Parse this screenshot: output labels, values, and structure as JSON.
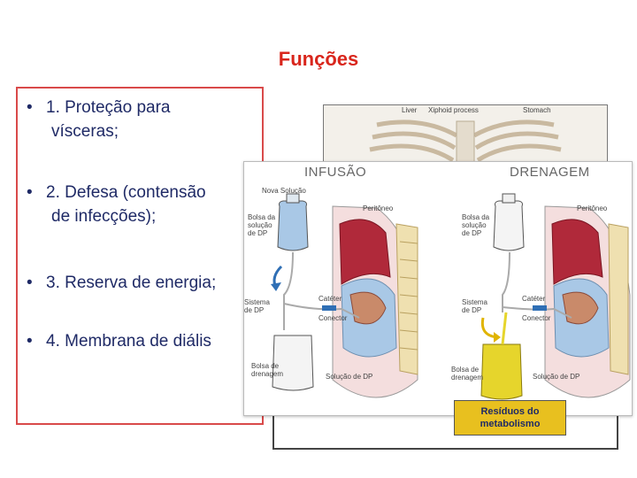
{
  "slide": {
    "title": "Funções",
    "bullets": [
      {
        "marker": "•",
        "line1": "1. Proteção para",
        "line2": "vísceras;"
      },
      {
        "marker": "•",
        "line1": "2. Defesa (contensão",
        "line2": "de infecções);"
      },
      {
        "marker": "•",
        "line1": "3. Reserva de energia;",
        "line2": ""
      },
      {
        "marker": "•",
        "line1": "4. Membrana de diális",
        "line2": ""
      }
    ]
  },
  "ribs_image": {
    "captions": [
      "Liver",
      "Xiphoid process",
      "Stomach"
    ]
  },
  "diagram": {
    "headers": {
      "left": "INFUSÃO",
      "right": "DRENAGEM"
    },
    "labels": {
      "nova_solucao": "Nova Solução",
      "bolsa_solucao": [
        "Bolsa da",
        "solução",
        "de DP"
      ],
      "peritoneo": "Peritôneo",
      "cateter": "Catéter",
      "sistema": [
        "Sistema",
        "de DP"
      ],
      "conector": "Conector",
      "bolsa_drenagem": [
        "Bolsa de",
        "drenagem"
      ],
      "solucao_dp": "Solução de DP"
    },
    "colors": {
      "solution": "#a9c8e6",
      "drainage": "#e6d52c",
      "organ": "#b0293a",
      "arrow_blue": "#2f6fb5",
      "arrow_yellow": "#e0b400"
    }
  },
  "callout": {
    "line1": "Resíduos do",
    "line2": "metabolismo",
    "color": "#e8c01f"
  }
}
